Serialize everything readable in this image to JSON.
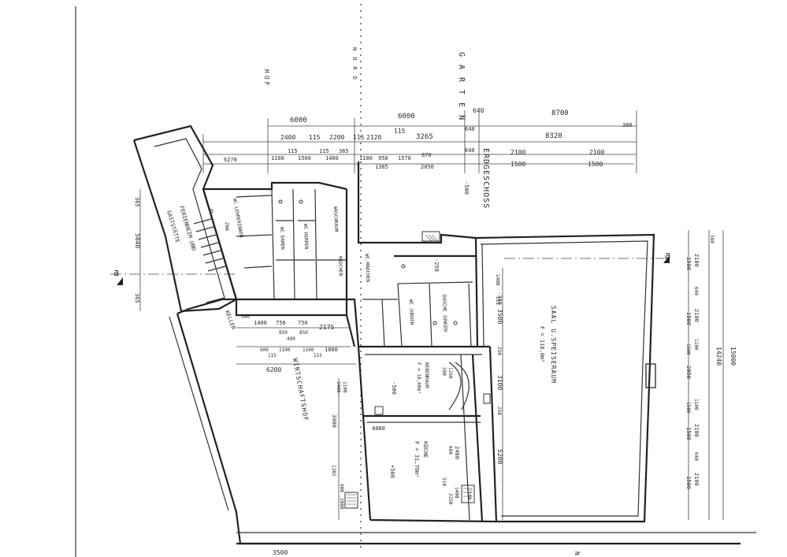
{
  "colors": {
    "ink": "#2a2a2a",
    "paper": "#ffffff"
  },
  "labels": {
    "hof": "HOF",
    "garten": "GARTEN",
    "nord": "NORD",
    "erdgeschoss": "ERDGESCHOSS",
    "keller": "KELLER",
    "wirtschaftshof": "WIRTSCHAFTSHOF",
    "ferienheim": "FERIENHEIM UND",
    "gaststaette": "GASTSTÄTTE",
    "saal": "SAAL U.SPEISERAUM",
    "saal_area": "F = 118,0m²",
    "kueche": "KÜCHE",
    "kueche_area": "F = 31,70m²",
    "nebenraum": "NEBENRAUM",
    "nebenraum_area": "F = 18,60m²",
    "waschraum": "WASCHRAUM",
    "maedchen": "MÄDCHEN",
    "wc_maedchen": "WC-MÄDCHEN",
    "wc_jungen": "WC JUNGEN",
    "dusche_jungen": "DUSCHE JUNGEN",
    "wc_herren": "WC HERREN",
    "wc_damen": "WC DAMEN",
    "wc_lehrerinnen": "WC LEHRERINNEN",
    "section_a": "a",
    "corner_mark": "N"
  },
  "dims": {
    "top1": "6000",
    "top2": "6000",
    "top3": "640",
    "top4": "8700",
    "t2a": "2400",
    "t2b": "115",
    "t2c": "2200",
    "t2d": "115",
    "t2e": "2120",
    "t2f": "115",
    "t2g": "3265",
    "t2h": "640",
    "t2i": "8320",
    "t2j": "380",
    "t3a": "6270",
    "t3b": "1100",
    "t3c": "115",
    "t3d": "1500",
    "t3e": "115",
    "t3f": "1400",
    "t3g": "365",
    "t3h": "1100",
    "t3i": "950",
    "t3j": "1570",
    "t3k": "870",
    "t3l": "640",
    "t3m": "2100",
    "t3n": "2100",
    "t4a": "1385",
    "t4b": "2050",
    "t4c": "1500",
    "t4d": "1500",
    "lv1": "5040",
    "lv2": "365",
    "lv3": "365",
    "lev_500": "-500",
    "lev_300": "-300",
    "lev_250": "-250",
    "lev_plus500": "+500",
    "lev_200": "200",
    "mid1": "1400",
    "mid2": "750",
    "mid3": "750",
    "mid4": "2175",
    "mid5": "850",
    "mid6": "850",
    "mid7": "500",
    "mid8": "490",
    "mid9": "900",
    "mid10": "1100",
    "mid11": "1100",
    "mid12": "1800",
    "mid13": "115",
    "mid14": "115",
    "wh1": "6200",
    "wh2": "3400",
    "wh3": "4880",
    "wh4": "1385",
    "wh5": "1100",
    "wh6": "900",
    "wh7": "2080",
    "wh8": "1400",
    "wh9": "1100",
    "s1": "3500",
    "s2": "3100",
    "s3": "5200",
    "s4": "250",
    "s5": "250",
    "s6": "1400",
    "s7": "115",
    "k1": "2400",
    "k2": "680",
    "k3": "1400",
    "k4": "2250",
    "k5": "510",
    "n1": "1160",
    "n2": "280",
    "r1": "15000",
    "r2": "14240",
    "r3": "380",
    "r4": "2100",
    "r5": "1500",
    "r6": "640",
    "r7": "2100",
    "r8": "1500",
    "r9": "1100",
    "r10": "1500",
    "r11": "2050",
    "r12": "1100",
    "r13": "1500",
    "r14": "2100",
    "r15": "1500",
    "r16": "640",
    "r17": "2100",
    "r18": "1500",
    "bot": "3500"
  }
}
